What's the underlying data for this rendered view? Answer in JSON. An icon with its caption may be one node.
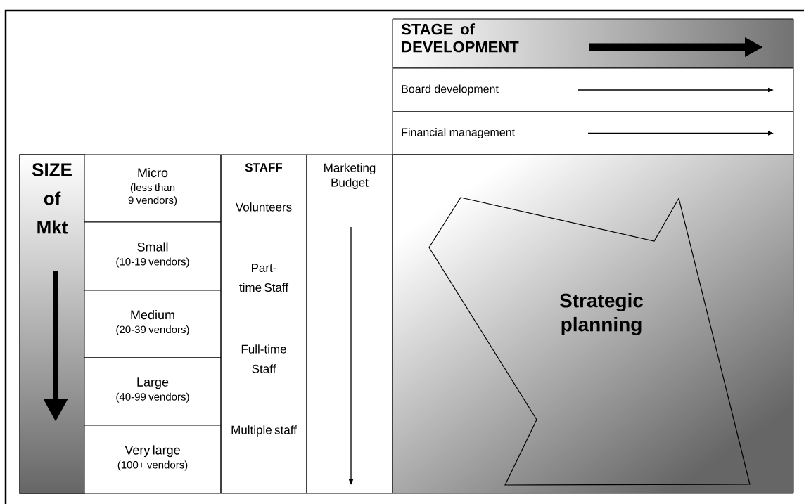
{
  "diagram": {
    "nodes": [
      {
        "text": [
          "STAGE of DEVELOPMENT"
        ]
      },
      {
        "text": [
          "Board development"
        ]
      },
      {
        "text": [
          "Financial management"
        ]
      },
      {
        "text": [
          "SIZE of Mkt"
        ]
      },
      {
        "text": [
          "Micro",
          "(less than 9 vendors)"
        ]
      },
      {
        "text": [
          "Small",
          "(10-19 vendors)"
        ]
      },
      {
        "text": [
          "Medium",
          "(20-39 vendors)"
        ]
      },
      {
        "text": [
          "Large",
          "(40-99 vendors)"
        ]
      },
      {
        "text": [
          "Very large",
          "(100+ vendors)"
        ]
      },
      {
        "text": [
          "STAFF",
          "Volunteers",
          "Part-time Staff",
          "Full-time Staff",
          "Multiple staff"
        ]
      },
      {
        "text": [
          "Marketing Budget"
        ]
      },
      {
        "text": [
          "Strategic planning"
        ]
      }
    ]
  }
}
